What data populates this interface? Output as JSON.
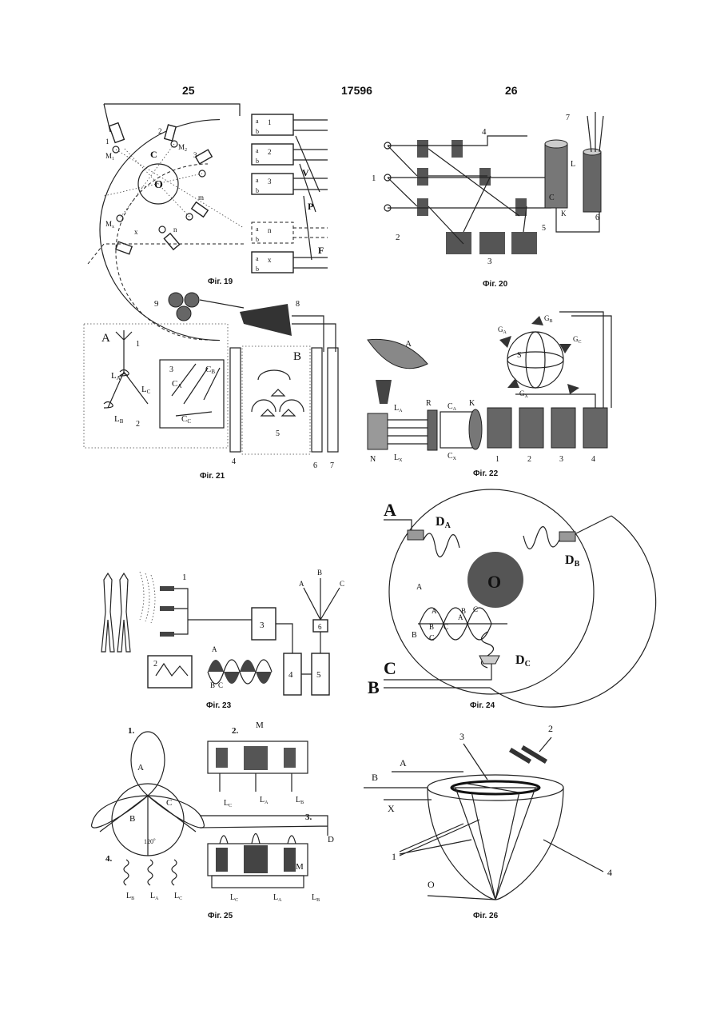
{
  "header": {
    "left_page": "25",
    "doc_number": "17596",
    "right_page": "26"
  },
  "figures": [
    {
      "id": "fig19",
      "caption": "Фіг. 19",
      "labels": {
        "O": "O",
        "C": "C",
        "M1": "M",
        "M1_sub": "1",
        "M2": "M",
        "M2_sub": "2",
        "Mx": "M",
        "Mx_sub": "x",
        "n1": "1",
        "n2": "2",
        "n3": "3",
        "nm": "m",
        "nn": "n",
        "nx": "x",
        "V": "V",
        "P": "P",
        "F": "F",
        "boxes": [
          {
            "a": "a",
            "num": "1",
            "b": "b"
          },
          {
            "a": "a",
            "num": "2",
            "b": "b"
          },
          {
            "a": "a",
            "num": "3",
            "b": "b"
          },
          {
            "a": "a",
            "num": "n",
            "b": "b"
          },
          {
            "a": "a",
            "num": "x",
            "b": "b"
          }
        ]
      }
    },
    {
      "id": "fig20",
      "caption": "Фіг. 20",
      "labels": {
        "n1": "1",
        "n2": "2",
        "n3": "3",
        "n4": "4",
        "n5": "5",
        "n6": "6",
        "n7": "7",
        "L": "L",
        "C": "C",
        "K": "K"
      }
    },
    {
      "id": "fig21",
      "caption": "Фіг. 21",
      "labels": {
        "A": "A",
        "B": "B",
        "n1": "1",
        "n2": "2",
        "n3": "3",
        "n4": "4",
        "n5": "5",
        "n6": "6",
        "n7": "7",
        "n8": "8",
        "n9": "9",
        "LA": "L",
        "LA_sub": "A",
        "LB": "L",
        "LB_sub": "B",
        "LC": "L",
        "LC_sub": "C",
        "CA": "C",
        "CA_sub": "A",
        "CB": "C",
        "CB_sub": "B",
        "CC": "C",
        "CC_sub": "C"
      }
    },
    {
      "id": "fig22",
      "caption": "Фіг. 22",
      "labels": {
        "A": "A",
        "N": "N",
        "R": "R",
        "K": "K",
        "S": "S",
        "LA": "L",
        "LA_sub": "A",
        "LX": "L",
        "LX_sub": "X",
        "CA": "C",
        "CA_sub": "A",
        "CX": "C",
        "CX_sub": "X",
        "GA": "G",
        "GA_sub": "A",
        "GB": "G",
        "GB_sub": "B",
        "GC": "G",
        "GC_sub": "C",
        "GX": "G",
        "GX_sub": "X",
        "n1": "1",
        "n2": "2",
        "n3": "3",
        "n4": "4"
      }
    },
    {
      "id": "fig23",
      "caption": "Фіг. 23",
      "labels": {
        "n1": "1",
        "n2": "2",
        "n3": "3",
        "n4": "4",
        "n5": "5",
        "n6": "6",
        "A": "A",
        "B": "B",
        "C": "C",
        "wA": "A",
        "wB": "B",
        "wC": "C"
      }
    },
    {
      "id": "fig24",
      "caption": "Фіг. 24",
      "labels": {
        "O": "O",
        "A": "A",
        "B": "B",
        "C": "C",
        "DA": "D",
        "DA_sub": "A",
        "DB": "D",
        "DB_sub": "B",
        "DC": "D",
        "DC_sub": "C",
        "wA": "A",
        "wA2": "A",
        "wB": "B",
        "wB2": "B",
        "wC": "C",
        "wC2": "C",
        "lA": "A",
        "lB": "B",
        "lC": "C"
      }
    },
    {
      "id": "fig25",
      "caption": "Фіг. 25",
      "labels": {
        "p1": "1.",
        "p2": "2.",
        "p3": "3.",
        "p4": "4.",
        "A": "A",
        "B": "B",
        "C": "C",
        "angle": "120",
        "angle_deg": "o",
        "M": "M",
        "M2": "M",
        "D": "D",
        "LC": "L",
        "LC_sub": "C",
        "LA": "L",
        "LA_sub": "A",
        "LB": "L",
        "LB_sub": "B",
        "LB4": "L",
        "LB4_sub": "B",
        "LA4": "L",
        "LA4_sub": "A",
        "LC4": "L",
        "LC4_sub": "C",
        "LC3": "L",
        "LC3_sub": "C",
        "LA3": "L",
        "LA3_sub": "A",
        "LB3": "L",
        "LB3_sub": "B"
      }
    },
    {
      "id": "fig26",
      "caption": "Фіг. 26",
      "labels": {
        "A": "A",
        "B": "B",
        "X": "X",
        "O": "O",
        "n1": "1",
        "n2": "2",
        "n3": "3",
        "n4": "4"
      }
    }
  ]
}
